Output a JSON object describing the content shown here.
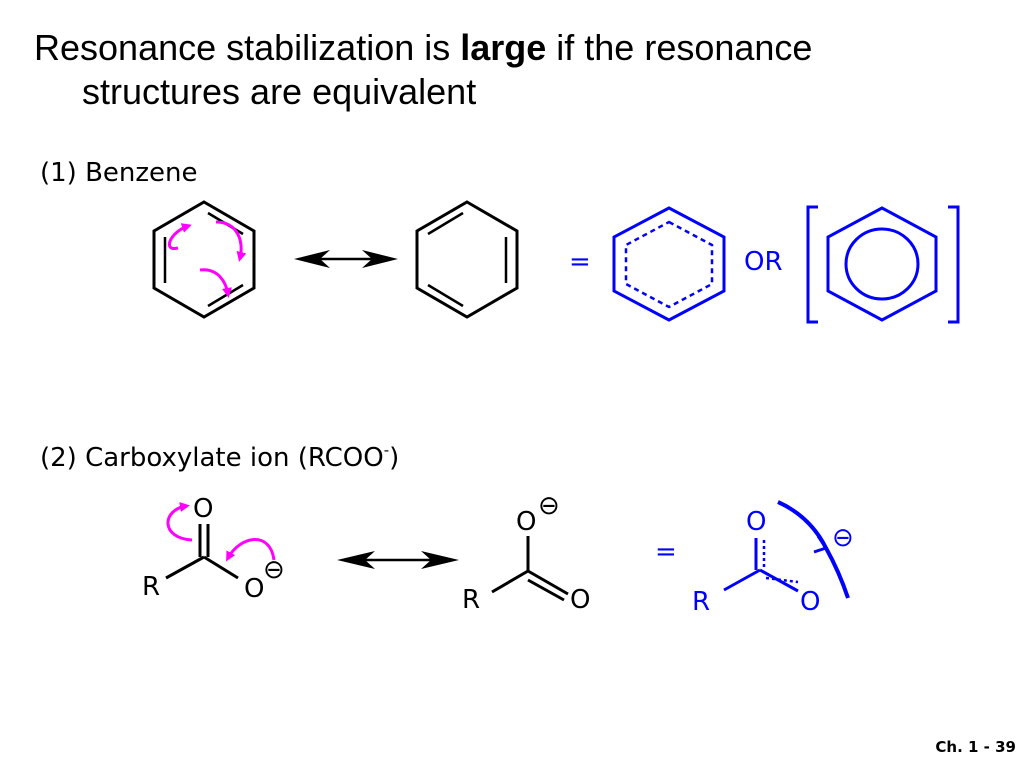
{
  "title": {
    "pre": "Resonance stabilization is ",
    "bold": "large",
    "post": " if the resonance",
    "line2": "structures are equivalent"
  },
  "section1": {
    "label": "(1) Benzene"
  },
  "section2": {
    "label": "(2) Carboxylate ion (RCOO",
    "sup": "-",
    "close": ")"
  },
  "benzene": {
    "equals": "=",
    "or": "OR"
  },
  "carboxylate": {
    "atom_o": "O",
    "atom_r": "R",
    "charge": "⊖",
    "equals": "="
  },
  "footer": "Ch. 1 - 39",
  "colors": {
    "arrow": "#ff00ff",
    "hybrid": "#0000ff",
    "text": "#000000"
  }
}
